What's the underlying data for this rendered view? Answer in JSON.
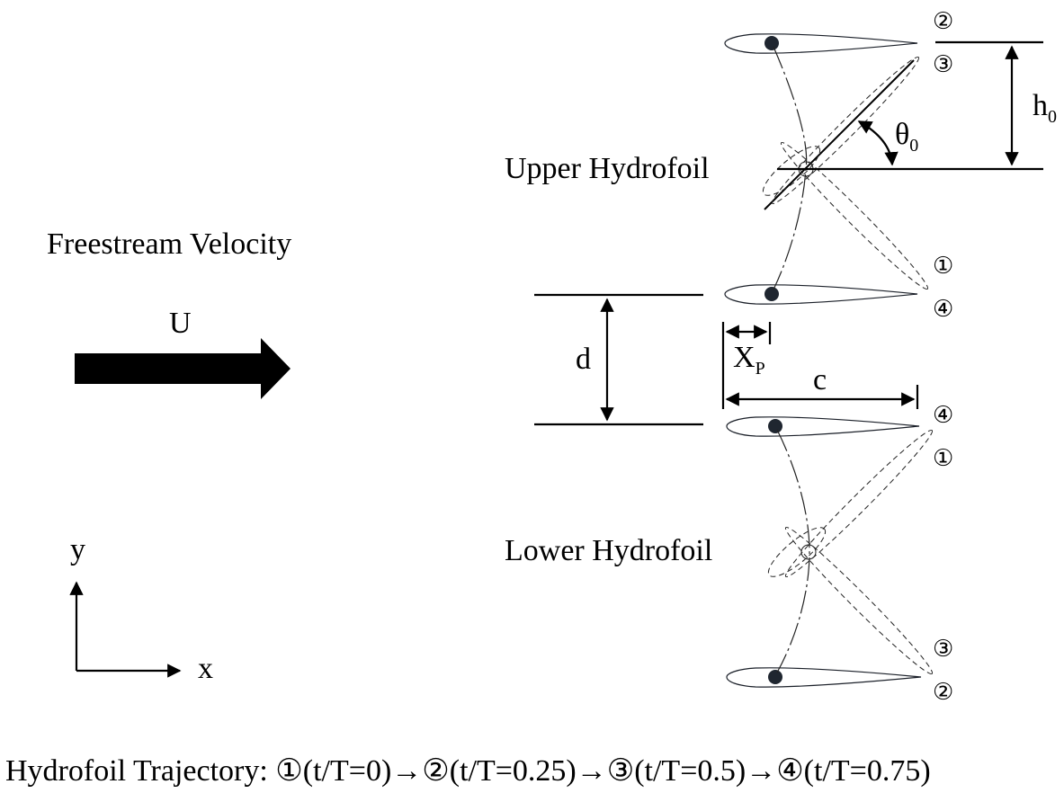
{
  "figure": {
    "freestream_label": "Freestream Velocity",
    "velocity_symbol": "U",
    "upper_label": "Upper Hydrofoil",
    "lower_label": "Lower Hydrofoil",
    "axes": {
      "x": "x",
      "y": "y"
    },
    "dimensions": {
      "heave_amplitude": "h",
      "heave_sub": "0",
      "pitch_amplitude": "θ",
      "pitch_sub": "0",
      "separation": "d",
      "pivot": "X",
      "pivot_sub": "P",
      "chord": "c"
    },
    "positions": {
      "upper": {
        "top_a": "②",
        "top_b": "③",
        "bottom_a": "①",
        "bottom_b": "④"
      },
      "lower": {
        "top_a": "④",
        "top_b": "①",
        "bottom_a": "③",
        "bottom_b": "②"
      }
    },
    "caption": "Hydrofoil Trajectory: ①(t/T=0)→②(t/T=0.25)→③(t/T=0.5)→④(t/T=0.75)",
    "colors": {
      "ink": "#000000",
      "foil_stroke": "#1a1f28",
      "pivot_fill": "#1f2630"
    }
  }
}
